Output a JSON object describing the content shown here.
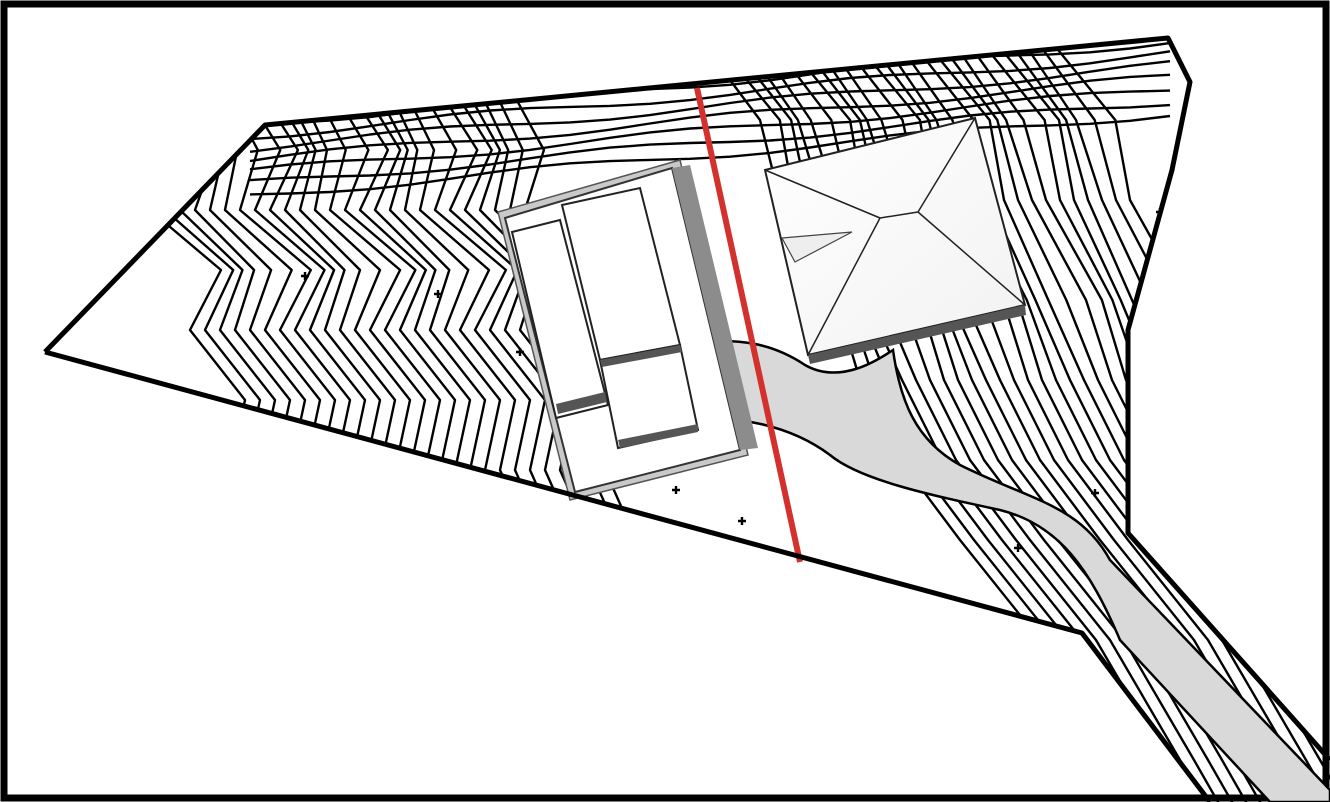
{
  "drawing": {
    "kind": "site-plan",
    "view": "top-down",
    "colors": {
      "background": "#ffffff",
      "frame": "#000000",
      "boundary": "#000000",
      "contour": "#000000",
      "driveway": "#d9d9d9",
      "building_fill": "#ffffff",
      "building_shadow": "#9a9a9a",
      "setback_line": "#d2312d"
    },
    "elements": {
      "contour_lines": "topographic-contours",
      "property_boundary": "lot-outline",
      "setback_line": "red-reference-line",
      "existing_building": "flat-roof-house",
      "new_building": "hip-roof-house",
      "driveway": "curved-driveway"
    }
  }
}
